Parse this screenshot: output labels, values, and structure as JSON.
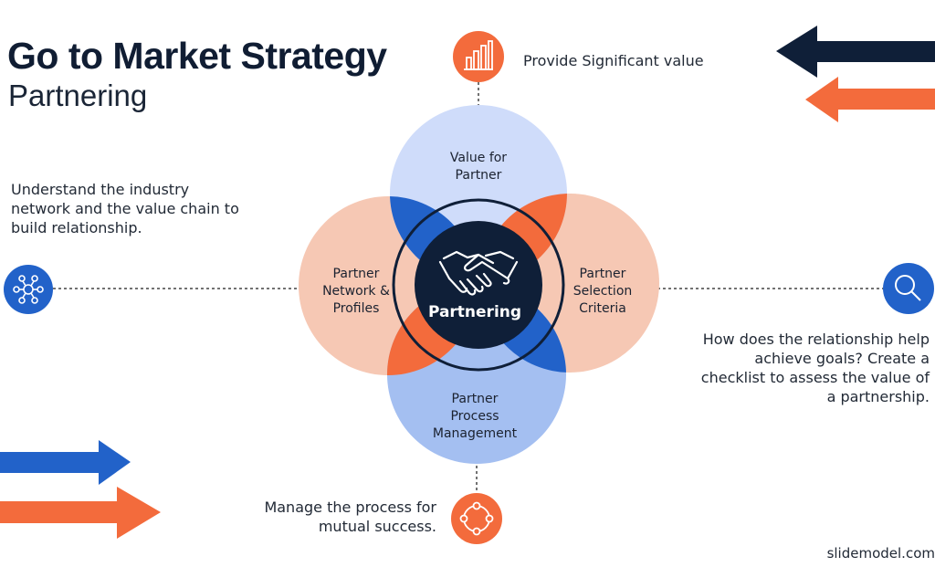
{
  "header": {
    "title": "Go to Market Strategy",
    "subtitle": "Partnering"
  },
  "center": {
    "label": "Partnering",
    "icon": "handshake-icon"
  },
  "petals": {
    "top": [
      "Value for",
      "Partner"
    ],
    "left": [
      "Partner",
      "Network &",
      "Profiles"
    ],
    "right": [
      "Partner",
      "Selection",
      "Criteria"
    ],
    "bottom": [
      "Partner",
      "Process",
      "Management"
    ]
  },
  "callouts": {
    "top": {
      "text": "Provide Significant value",
      "icon": "bar-chart-icon"
    },
    "left": {
      "text": "Understand the industry network and the value chain to build relationship.",
      "icon": "network-icon"
    },
    "right": {
      "text": "How does the relationship help achieve goals? Create a checklist to assess the value of a partnership.",
      "icon": "magnifier-icon"
    },
    "bottom": {
      "text": "Manage the process for mutual success.",
      "icon": "cycle-icon"
    }
  },
  "footer": "slidemodel.com",
  "colors": {
    "navy": "#0f1f38",
    "orange": "#f36b3c",
    "blue": "#2262c9",
    "light_blue": "#cfdcfa",
    "mid_blue": "#a4bff1",
    "peach": "#f6c8b4"
  }
}
